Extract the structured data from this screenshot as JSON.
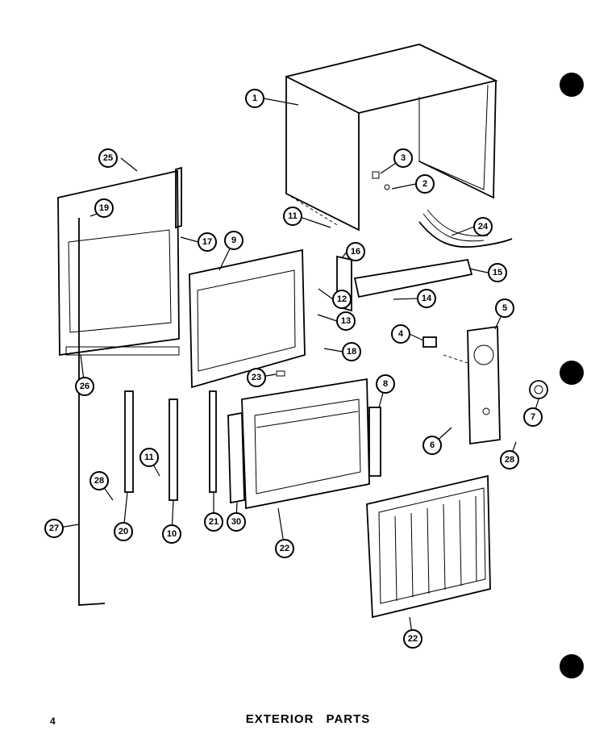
{
  "page": {
    "number": "4",
    "caption": "EXTERIOR PARTS"
  },
  "callouts": {
    "c1": "1",
    "c2": "2",
    "c3": "3",
    "c4": "4",
    "c5": "5",
    "c6": "6",
    "c7": "7",
    "c8": "8",
    "c9": "9",
    "c10": "10",
    "c11a": "11",
    "c11b": "11",
    "c12": "12",
    "c13": "13",
    "c14": "14",
    "c15": "15",
    "c16": "16",
    "c17": "17",
    "c18": "18",
    "c19": "19",
    "c20": "20",
    "c21": "21",
    "c22a": "22",
    "c22b": "22",
    "c23": "23",
    "c24": "24",
    "c25": "25",
    "c26": "26",
    "c27": "27",
    "c28a": "28",
    "c28b": "28",
    "c30": "30"
  },
  "colors": {
    "ink": "#000000",
    "paper": "#ffffff"
  }
}
